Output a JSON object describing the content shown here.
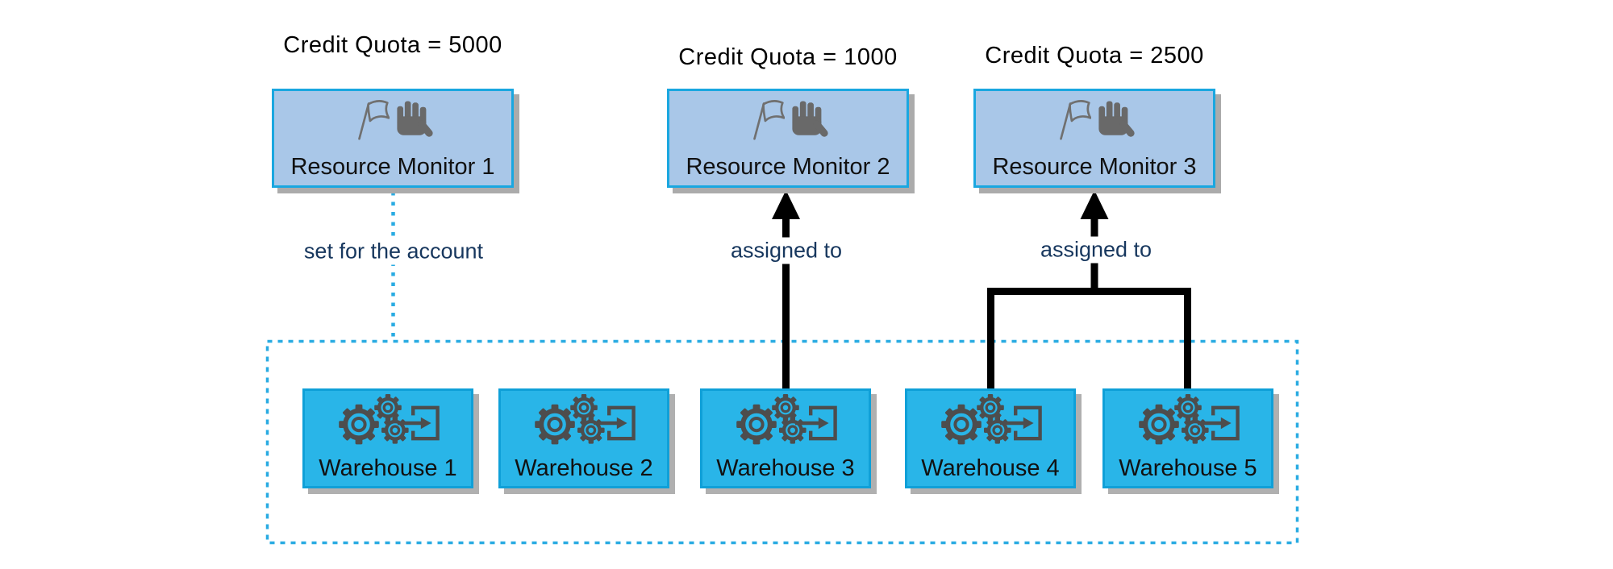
{
  "diagram": {
    "monitors": [
      {
        "quota_label": "Credit Quota = 5000",
        "label": "Resource Monitor 1",
        "icons": [
          "flag-icon",
          "stop-hand-icon"
        ]
      },
      {
        "quota_label": "Credit Quota = 1000",
        "label": "Resource Monitor 2",
        "icons": [
          "flag-icon",
          "stop-hand-icon"
        ]
      },
      {
        "quota_label": "Credit Quota = 2500",
        "label": "Resource Monitor 3",
        "icons": [
          "flag-icon",
          "stop-hand-icon"
        ]
      }
    ],
    "warehouses": [
      {
        "label": "Warehouse 1",
        "icon": "gears-export-icon"
      },
      {
        "label": "Warehouse 2",
        "icon": "gears-export-icon"
      },
      {
        "label": "Warehouse 3",
        "icon": "gears-export-icon"
      },
      {
        "label": "Warehouse 4",
        "icon": "gears-export-icon"
      },
      {
        "label": "Warehouse 5",
        "icon": "gears-export-icon"
      }
    ],
    "connections": [
      {
        "from": "Resource Monitor 1",
        "to": "all warehouses (account boundary)",
        "label": "set for the account",
        "style": "dotted-cyan-line"
      },
      {
        "from": "Warehouse 3",
        "to": "Resource Monitor 2",
        "label": "assigned to",
        "style": "solid-black-arrow"
      },
      {
        "from": "Warehouse 4 and Warehouse 5",
        "to": "Resource Monitor 3",
        "label": "assigned to",
        "style": "solid-black-arrow-bracket"
      }
    ],
    "colors": {
      "monitor_fill": "#a9c7e8",
      "monitor_border": "#1aa7e0",
      "warehouse_fill": "#29b5e8",
      "warehouse_border": "#0fa0d8",
      "account_boundary_dash": "#29abe2",
      "arrow_black": "#000000",
      "edge_label_text": "#17375e",
      "box_shadow": "#ababab",
      "icon_gray": "#696969"
    }
  }
}
